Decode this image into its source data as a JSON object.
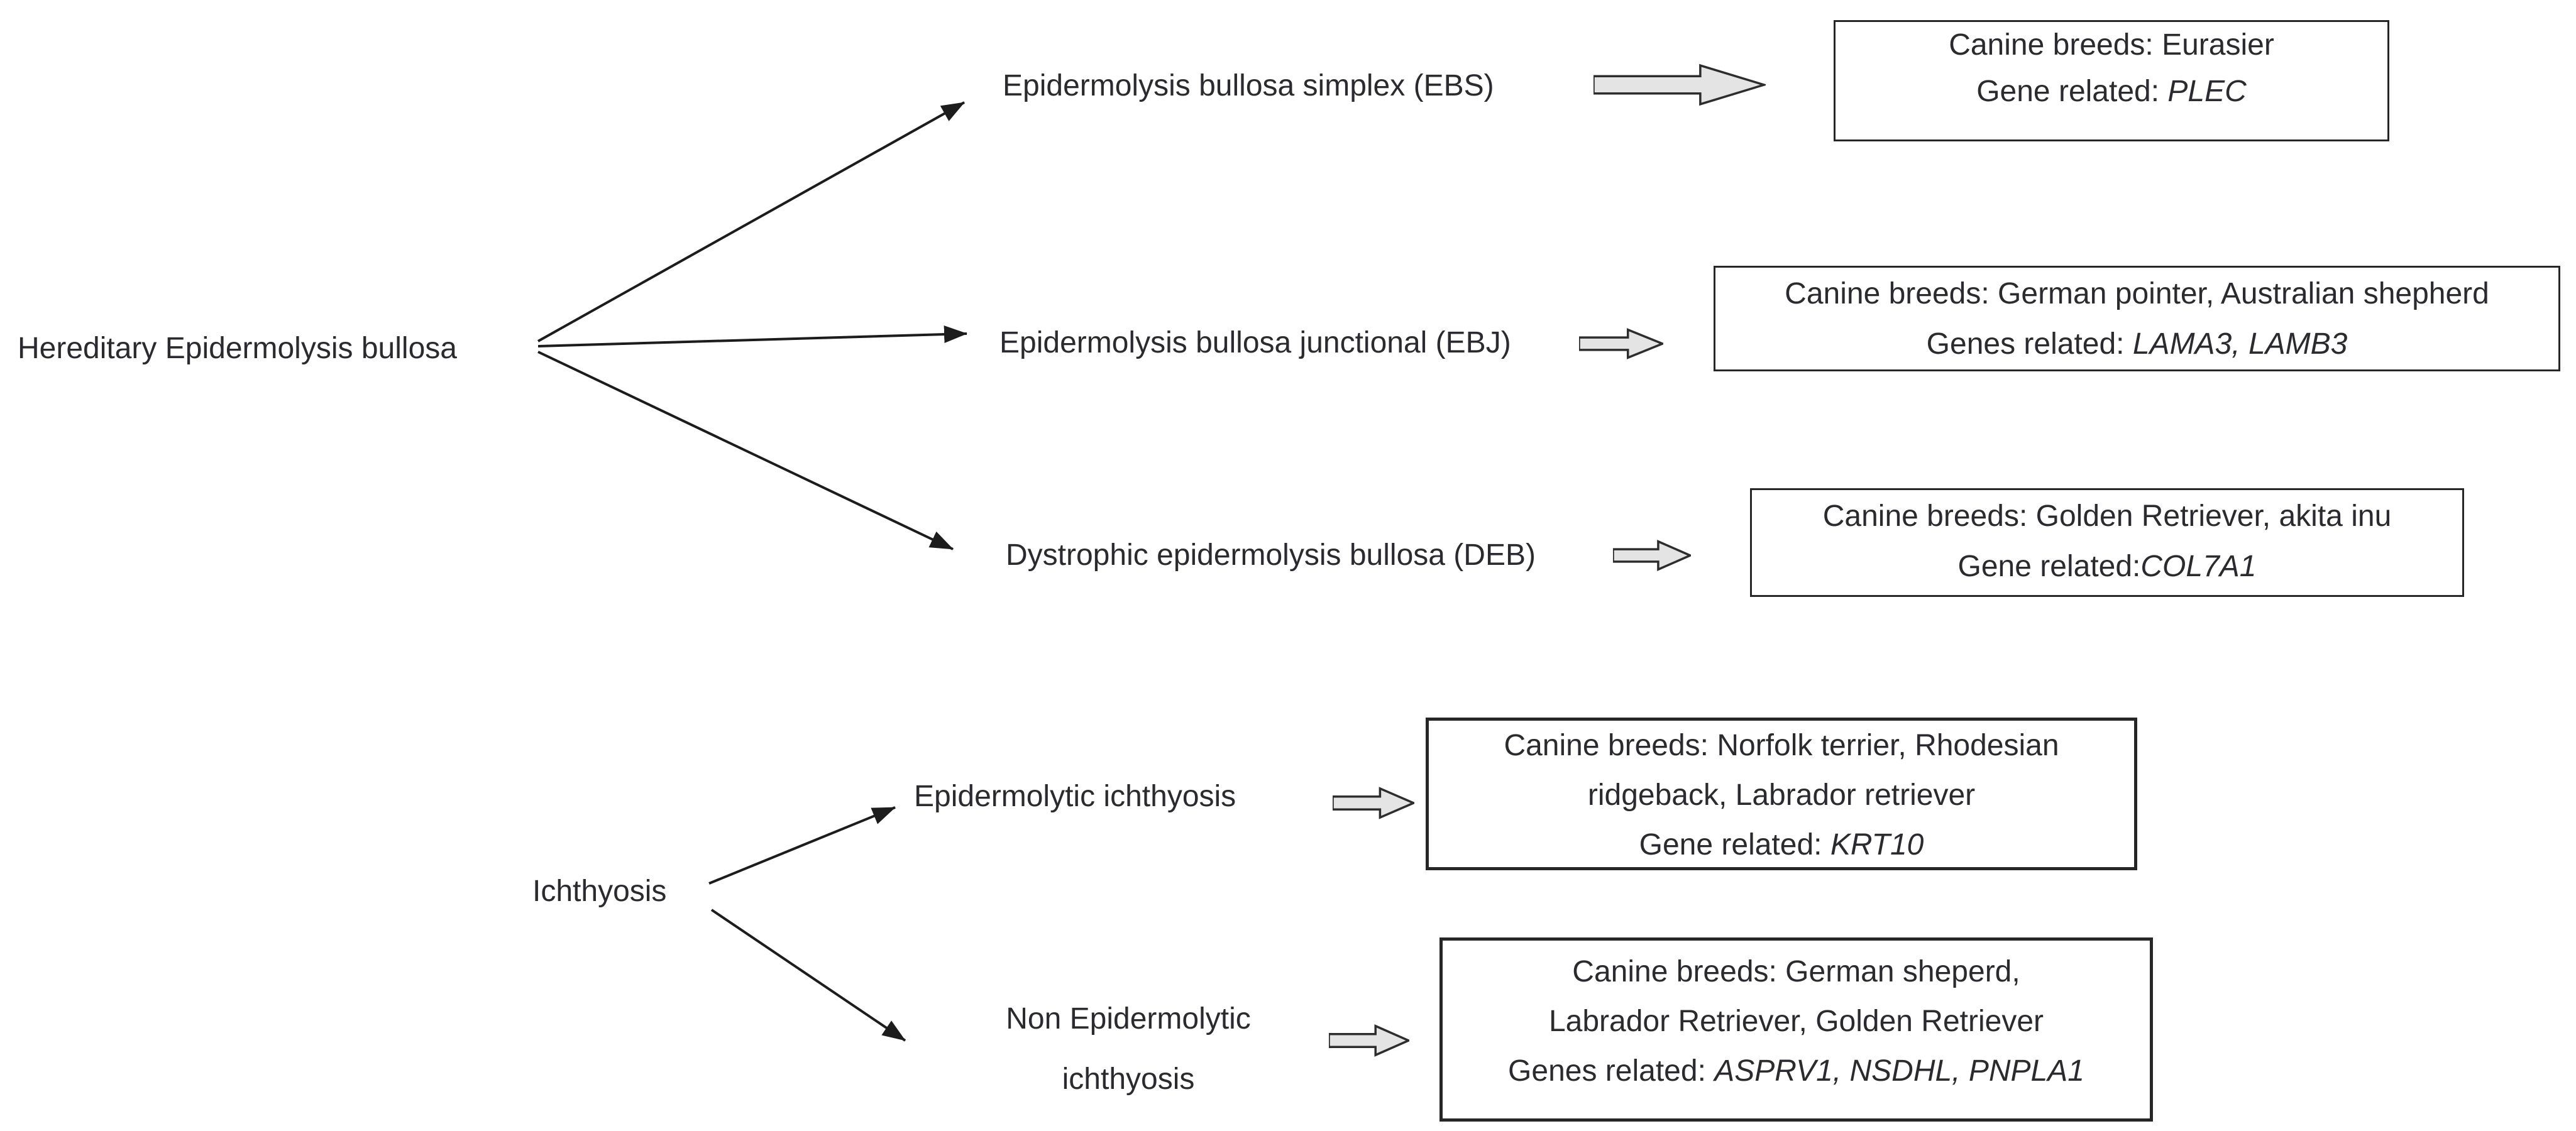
{
  "colors": {
    "background": "#ffffff",
    "text": "#2a2a2f",
    "connector_line": "#1c1c1c",
    "block_arrow_fill": "#e4e4e4",
    "block_arrow_stroke": "#2d2d2d",
    "box_border": "#262626"
  },
  "roots": [
    {
      "label": "Hereditary Epidermolysis bullosa"
    },
    {
      "label": "Ichthyosis"
    }
  ],
  "rows": [
    {
      "id": "ebs",
      "label": "Epidermolysis bullosa simplex (EBS)",
      "box": {
        "breeds": [
          "Canine breeds: Eurasier"
        ],
        "gene_label": "Gene related: ",
        "genes": "PLEC"
      }
    },
    {
      "id": "ebj",
      "label": "Epidermolysis bullosa junctional (EBJ)",
      "box": {
        "breeds": [
          "Canine breeds: German pointer, Australian shepherd"
        ],
        "gene_label": "Genes related: ",
        "genes": "LAMA3, LAMB3"
      }
    },
    {
      "id": "deb",
      "label": "Dystrophic epidermolysis bullosa (DEB)",
      "box": {
        "breeds": [
          "Canine breeds: Golden Retriever, akita inu"
        ],
        "gene_label": "Gene related:",
        "genes": "COL7A1"
      }
    },
    {
      "id": "epidermolytic-ichthyosis",
      "label": "Epidermolytic ichthyosis",
      "box": {
        "breeds": [
          "Canine breeds: Norfolk terrier, Rhodesian",
          "ridgeback, Labrador retriever"
        ],
        "gene_label": "Gene related: ",
        "genes": "KRT10"
      }
    },
    {
      "id": "non-epidermolytic-ichthyosis",
      "label_line1": "Non Epidermolytic",
      "label_line2": "ichthyosis",
      "box": {
        "breeds": [
          "Canine breeds: German sheperd,",
          "Labrador Retriever, Golden Retriever"
        ],
        "gene_label": "Genes related: ",
        "genes": "ASPRV1, NSDHL, PNPLA1"
      }
    }
  ]
}
